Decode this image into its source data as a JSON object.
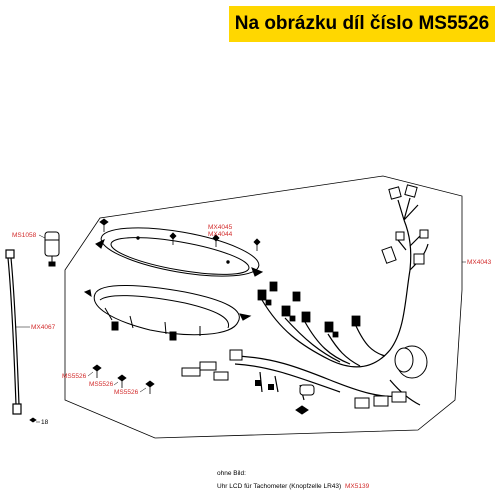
{
  "banner": {
    "text": "Na obrázku díl číslo MS5526",
    "background": "#ffd700"
  },
  "label_color": "#d22b2b",
  "labels": {
    "ms1058": "MS1058",
    "mx4045": "MX4045",
    "mx4044": "MX4044",
    "mx4043": "MX4043",
    "mx4067": "MX4067",
    "ms5526_a": "MS5526",
    "ms5526_b": "MS5526",
    "ms5526_c": "MS5526",
    "callout_18": "18"
  },
  "footer": {
    "heading": "ohne Bild:",
    "item_text": "Uhr LCD für Tachometer (Knopfzelle LR43)",
    "item_code": "MX5139"
  }
}
